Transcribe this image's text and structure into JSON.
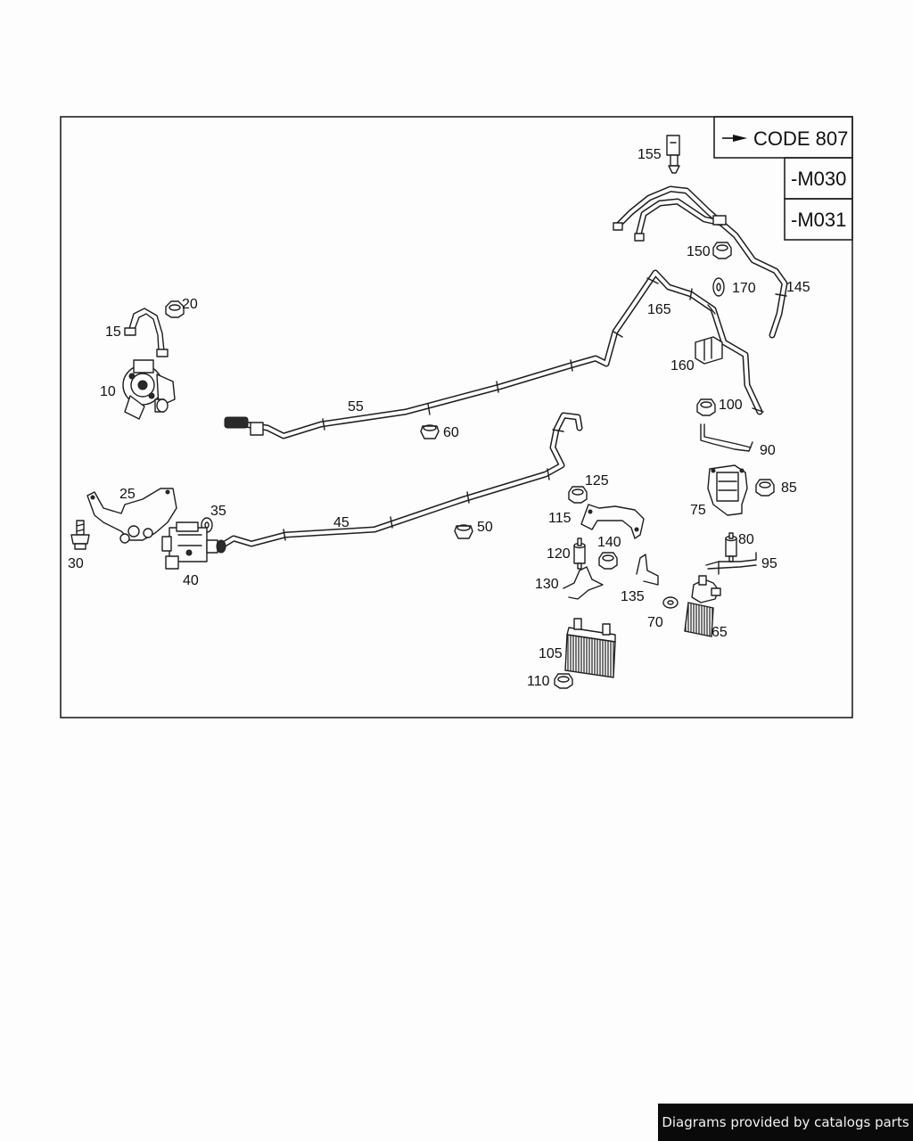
{
  "code_box": {
    "code_label": "CODE 807",
    "variants": [
      "-M030",
      "-M031"
    ]
  },
  "callouts": [
    {
      "id": "l10",
      "text": "10"
    },
    {
      "id": "l15",
      "text": "15"
    },
    {
      "id": "l20",
      "text": "20"
    },
    {
      "id": "l25",
      "text": "25"
    },
    {
      "id": "l30",
      "text": "30"
    },
    {
      "id": "l35",
      "text": "35"
    },
    {
      "id": "l40",
      "text": "40"
    },
    {
      "id": "l45",
      "text": "45"
    },
    {
      "id": "l50",
      "text": "50"
    },
    {
      "id": "l55",
      "text": "55"
    },
    {
      "id": "l60",
      "text": "60"
    },
    {
      "id": "l65",
      "text": "65"
    },
    {
      "id": "l70",
      "text": "70"
    },
    {
      "id": "l75",
      "text": "75"
    },
    {
      "id": "l80",
      "text": "80"
    },
    {
      "id": "l85",
      "text": "85"
    },
    {
      "id": "l90",
      "text": "90"
    },
    {
      "id": "l95",
      "text": "95"
    },
    {
      "id": "l100",
      "text": "100"
    },
    {
      "id": "l105",
      "text": "105"
    },
    {
      "id": "l110",
      "text": "110"
    },
    {
      "id": "l115",
      "text": "115"
    },
    {
      "id": "l120",
      "text": "120"
    },
    {
      "id": "l125",
      "text": "125"
    },
    {
      "id": "l130",
      "text": "130"
    },
    {
      "id": "l135",
      "text": "135"
    },
    {
      "id": "l140",
      "text": "140"
    },
    {
      "id": "l145",
      "text": "145"
    },
    {
      "id": "l150",
      "text": "150"
    },
    {
      "id": "l155",
      "text": "155"
    },
    {
      "id": "l160",
      "text": "160"
    },
    {
      "id": "l165",
      "text": "165"
    },
    {
      "id": "l170",
      "text": "170"
    }
  ],
  "footer": {
    "text": "Diagrams provided by catalogs parts"
  }
}
